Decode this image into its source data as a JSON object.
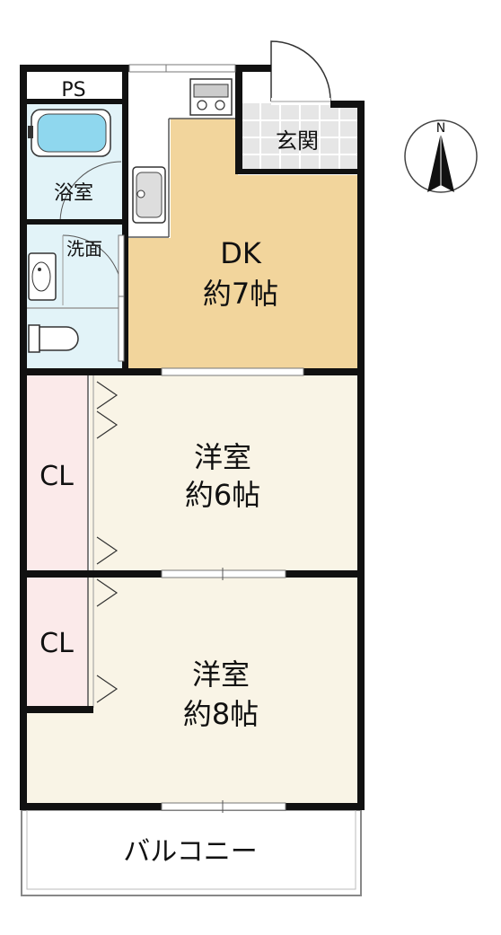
{
  "colors": {
    "wall": "#111111",
    "dk_floor": "#f2d59c",
    "room_floor": "#f9f4e6",
    "closet_floor": "#fbeaea",
    "bath_floor": "#e2f3f8",
    "tub_fill": "#8fd7ee",
    "genkan_tile": "#e6e6e6"
  },
  "rooms": {
    "ps": "PS",
    "bath": "浴室",
    "washroom": "洗面",
    "genkan": "玄関",
    "dk": {
      "name": "DK",
      "size": "約7帖"
    },
    "western_1": {
      "name": "洋室",
      "size": "約6帖"
    },
    "western_2": {
      "name": "洋室",
      "size": "約8帖"
    },
    "closet_1": "CL",
    "closet_2": "CL",
    "balcony": "バルコニー"
  },
  "compass": {
    "label": "N"
  }
}
